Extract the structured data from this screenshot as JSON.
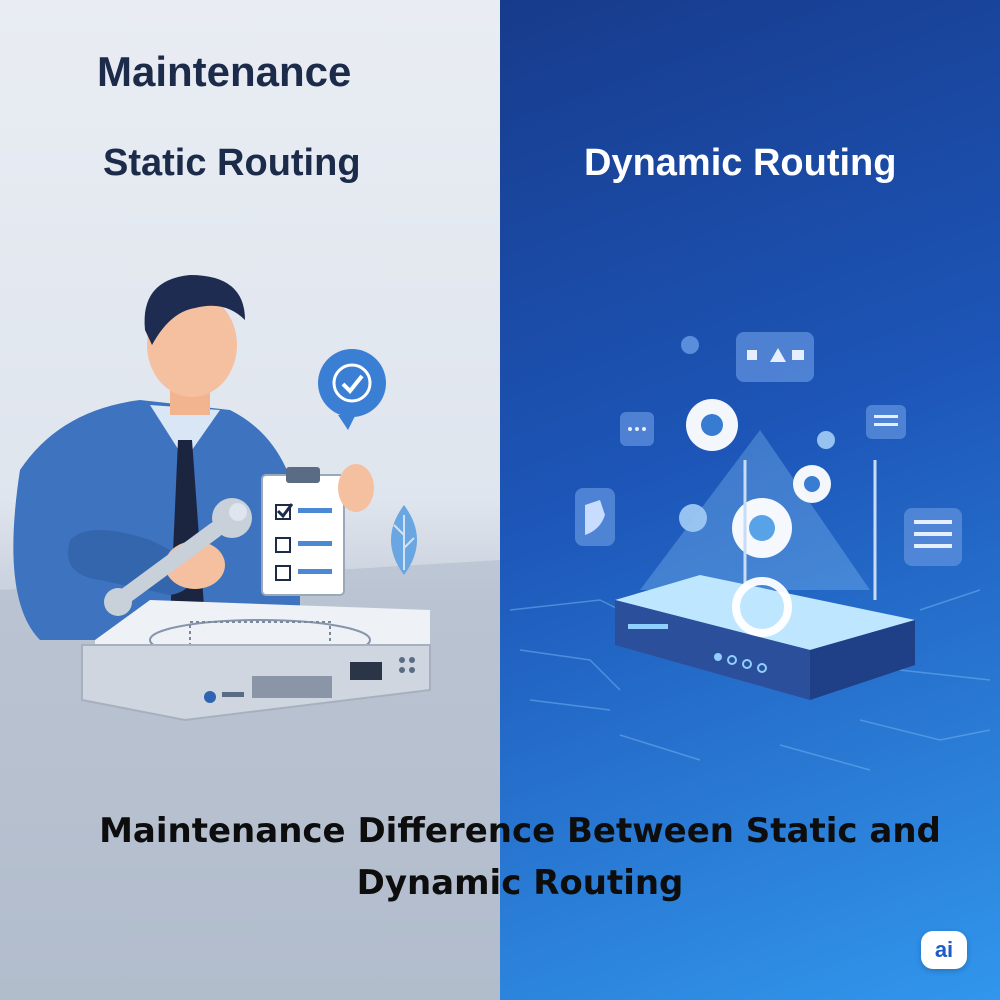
{
  "headings": {
    "main": "Maintenance",
    "static": "Static Routing",
    "dynamic": "Dynamic Routing"
  },
  "caption": {
    "line1": "Maintenance Difference Between Static and",
    "line2": "Dynamic Routing"
  },
  "badge": {
    "label": "ai"
  },
  "colors": {
    "left_background": "#e9edf3",
    "right_background": "#1d56b8",
    "heading_dark": "#1c2b4a",
    "accent_blue": "#3b7fd4"
  },
  "icons": [
    "technician-figure",
    "wrench-icon",
    "clipboard-checklist-icon",
    "checkmark-bubble-icon",
    "leaf-icon",
    "static-router-icon",
    "dynamic-router-icon",
    "gear-icon",
    "chat-bubble-icon",
    "shield-icon",
    "circuit-lines"
  ]
}
